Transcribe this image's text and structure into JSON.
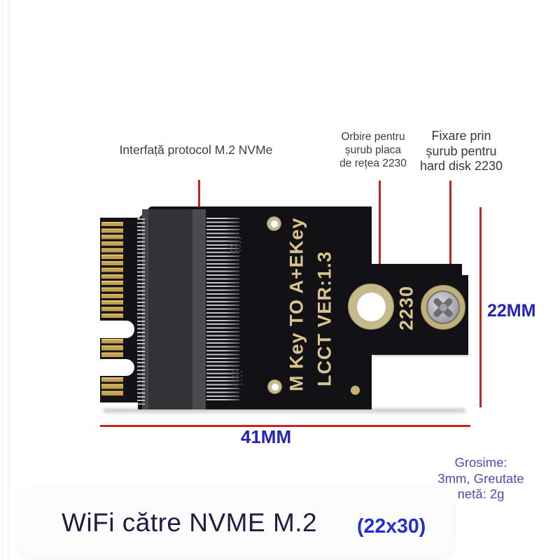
{
  "annotations": {
    "interface": {
      "label": "Interfață protocol M.2 NVMe"
    },
    "screw_hole": {
      "lines": [
        "Orbire pentru",
        "șurub placa",
        "de rețea 2230"
      ]
    },
    "screw_fix": {
      "lines": [
        "Fixare prin",
        "șurub pentru",
        "hard disk 2230"
      ]
    }
  },
  "dimensions": {
    "height": "22MM",
    "width": "41MM"
  },
  "pcb_silkscreen": {
    "key_label": "M Key TO A+EKey",
    "version_label": "LCCT VER:1.3",
    "size_label": "2230"
  },
  "specs": {
    "lines": [
      "Grosime:",
      "3mm, Greutate",
      "netă: 2g"
    ]
  },
  "footer": {
    "title": "WiFi către NVME M.2",
    "size_note": "(22x30)"
  },
  "colors": {
    "pointer_red": "#c9241d",
    "dimension_blue": "#2424b8",
    "note_blue": "#2330cf",
    "spec_indigo": "#4d4dac",
    "title_navy": "#1d1d42",
    "silkscreen_gold": "#d8c48c",
    "pcb_black": "#121216",
    "finger_gold": "#c3a049"
  }
}
